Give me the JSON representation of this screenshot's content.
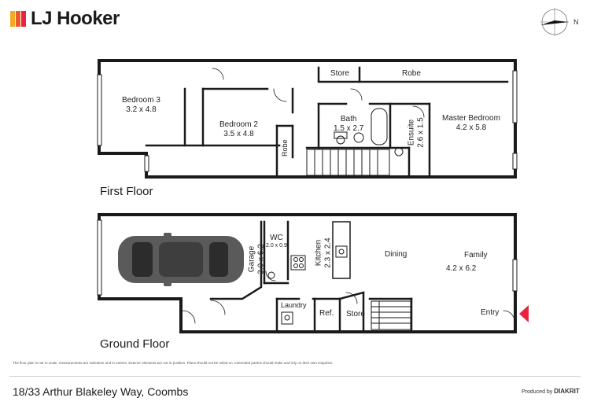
{
  "brand": {
    "name": "LJ Hooker",
    "colors": [
      "#f7a823",
      "#e85a2a",
      "#e9233b"
    ]
  },
  "compass": {
    "north_label": "N"
  },
  "floors": {
    "first": {
      "label": "First Floor",
      "rooms": {
        "bedroom3": {
          "name": "Bedroom 3",
          "size": "3.2 x 4.8"
        },
        "bedroom2": {
          "name": "Bedroom 2",
          "size": "3.5 x 4.8"
        },
        "robe_small": {
          "name": "Robe"
        },
        "store": {
          "name": "Store"
        },
        "robe": {
          "name": "Robe"
        },
        "bath": {
          "name": "Bath",
          "size": "1.5 x 2.7"
        },
        "ensuite": {
          "name": "Ensuite",
          "size": "2.6 x 1.5"
        },
        "master": {
          "name": "Master Bedroom",
          "size": "4.2 x 5.8"
        }
      }
    },
    "ground": {
      "label": "Ground Floor",
      "rooms": {
        "garage": {
          "name": "Garage",
          "size": "3.0 x 6.2"
        },
        "wc": {
          "name": "WC",
          "size": "2.0 x 0.9"
        },
        "kitchen": {
          "name": "Kitchen",
          "size": "2.3 x 2.4"
        },
        "dining": {
          "name": "Dining"
        },
        "family": {
          "name": "Family"
        },
        "living_size": {
          "size": "4.2 x 6.2"
        },
        "laundry": {
          "name": "Laundry"
        },
        "ref": {
          "name": "Ref."
        },
        "store": {
          "name": "Store"
        },
        "entry": {
          "name": "Entry"
        }
      }
    }
  },
  "disclaimer": "The floor plan is not to scale, measurements are indicative and in metres. Exterior elements are not in position. Plans should not be relied on. Interested parties should make and rely on their own enquiries.",
  "address": "18/33 Arthur Blakeley Way, Coombs",
  "produced_by": {
    "prefix": "Produced by",
    "company": "DIAKRIT"
  }
}
